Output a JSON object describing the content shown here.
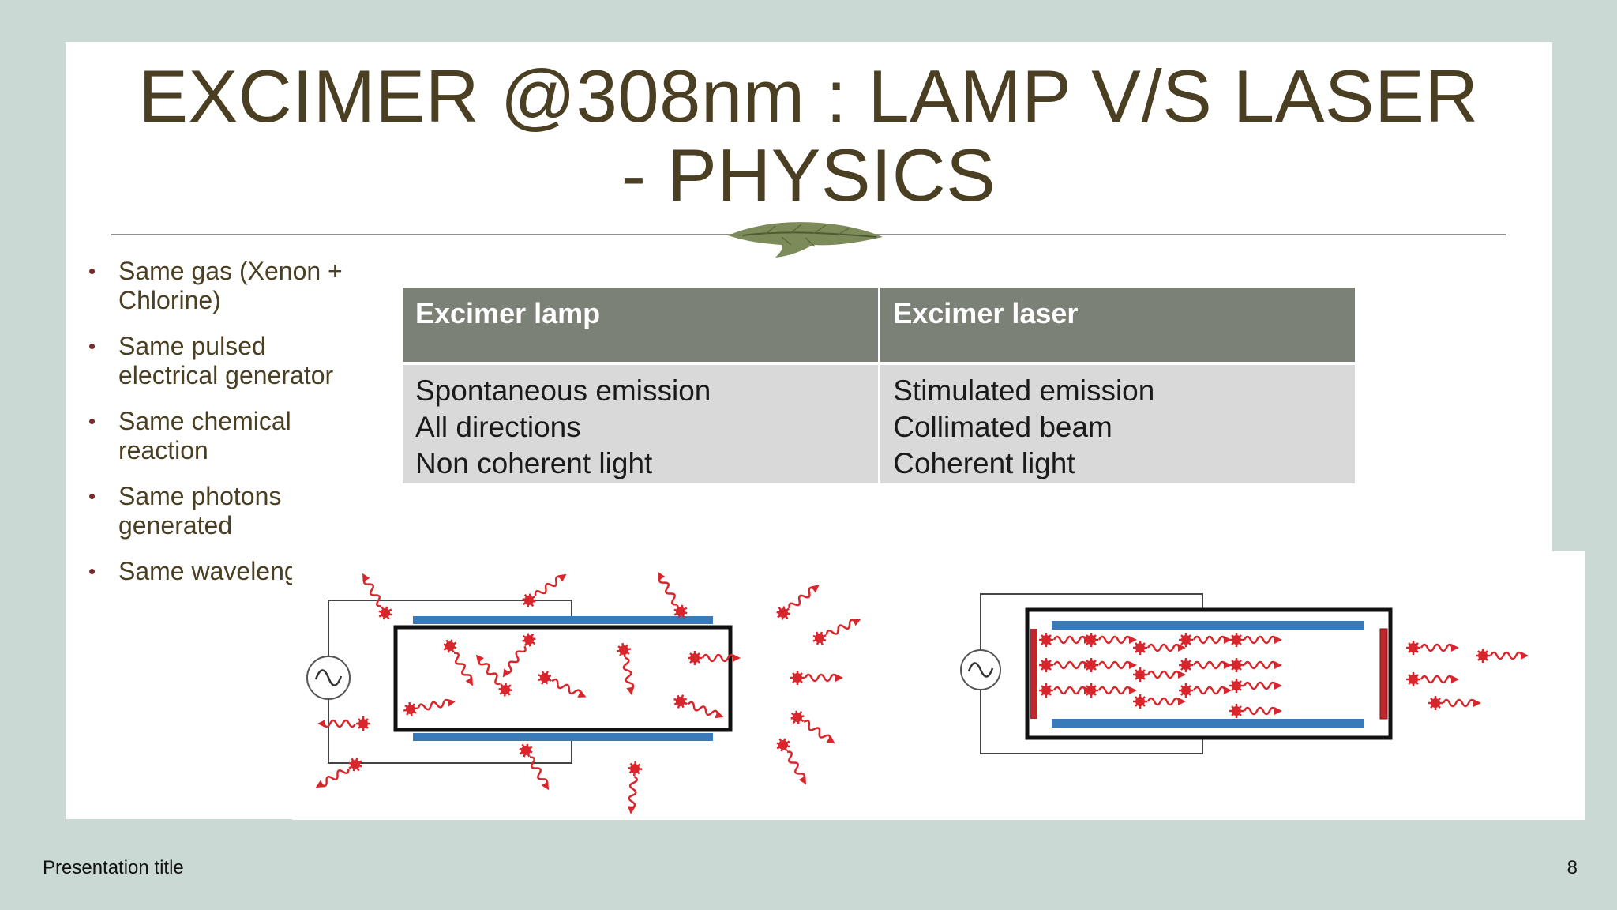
{
  "slide": {
    "title_line1": "EXCIMER @308nm : LAMP V/S LASER",
    "title_line2": "- PHYSICS",
    "bullets": [
      "Same gas (Xenon + Chlorine)",
      "Same pulsed electrical generator",
      "Same chemical reaction",
      "Same photons generated",
      "Same wavelength"
    ],
    "table": {
      "headers": [
        "Excimer lamp",
        "Excimer laser"
      ],
      "lamp_rows": [
        "Spontaneous emission",
        "All directions",
        "Non coherent light"
      ],
      "laser_rows": [
        "Stimulated emission",
        "Collimated beam",
        "Coherent light"
      ]
    },
    "colors": {
      "title": "#4a3f22",
      "header_bg": "#7c8178",
      "cell_bg": "#d9d9d9",
      "electrode_blue": "#3a7ab8",
      "photon_red": "#d9262c",
      "background": "#cbd9d5"
    },
    "diagram_icons": [
      "ac-source-icon",
      "lamp-tube-icon",
      "laser-cavity-icon",
      "photon-icon",
      "mirror-icon"
    ]
  },
  "footer": {
    "presentation_title": "Presentation title",
    "page_number": "8"
  }
}
